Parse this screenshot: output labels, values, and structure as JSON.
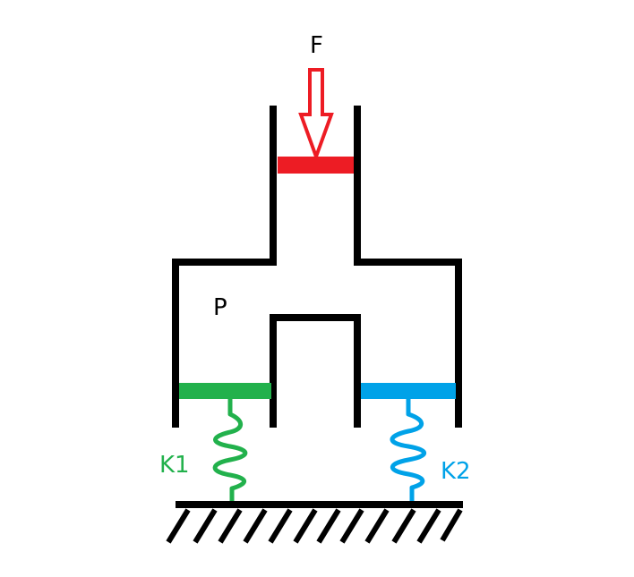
{
  "labels": {
    "force": "F",
    "pressure": "P",
    "spring1": "K1",
    "spring2": "K2"
  },
  "colors": {
    "structure": "#000000",
    "force_arrow": "#ed1c24",
    "top_piston": "#ed1c24",
    "left_piston": "#22b14c",
    "left_spring": "#22b14c",
    "right_piston": "#00a2e8",
    "right_spring": "#00a2e8",
    "label_default": "#000000",
    "label_spring1": "#22b14c",
    "label_spring2": "#00a2e8"
  }
}
